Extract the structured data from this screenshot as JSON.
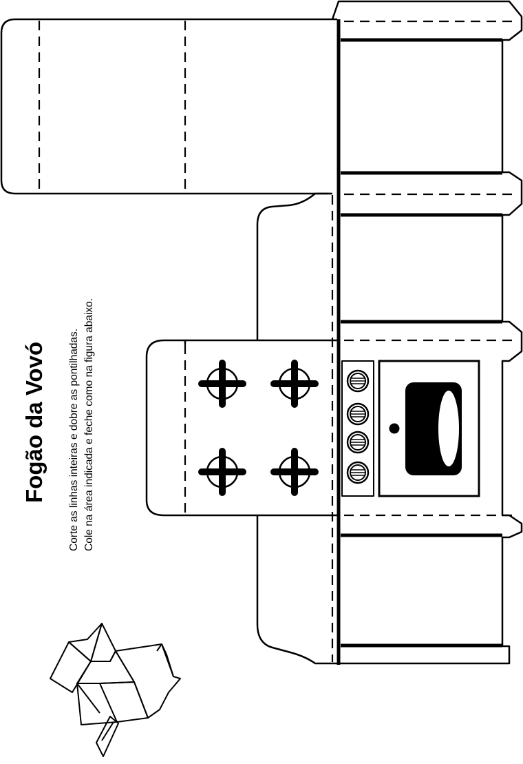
{
  "title": "Fogão da Vovó",
  "instructions": [
    "Corte as linhas inteiras e dobre as pontilhadas.",
    "Cole na área indicada e feche como na figura abaixo."
  ],
  "colors": {
    "ink": "#000000",
    "paper": "#ffffff"
  },
  "parts": {
    "burners": 4,
    "knobs": 4,
    "oven_window": "oval",
    "assembly_sketch": "folded-box-icon"
  }
}
